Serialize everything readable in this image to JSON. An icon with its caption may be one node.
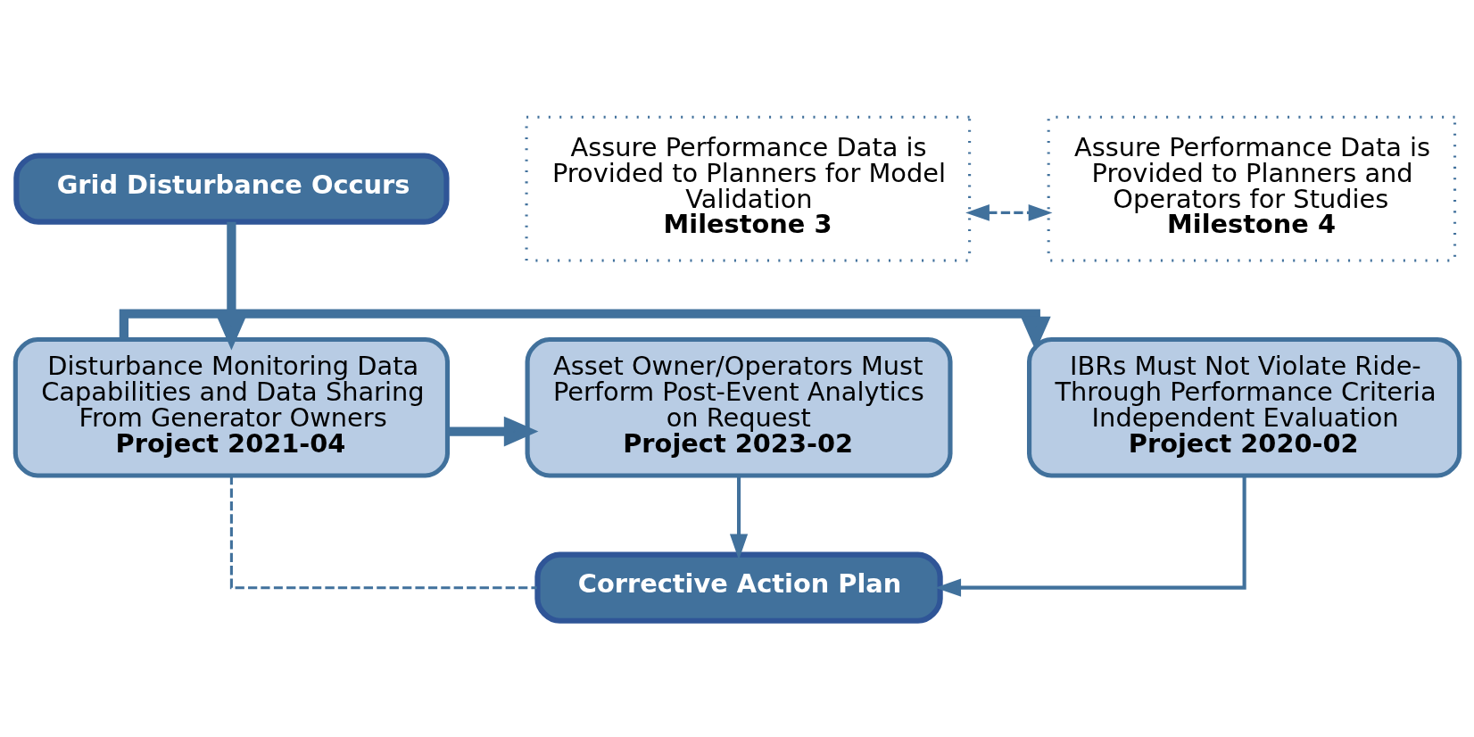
{
  "diagram": {
    "nodes": [
      {
        "text": [
          "Grid Disturbance Occurs"
        ]
      },
      {
        "text": [
          "IBRs Must Not Violate Ride-Through Performance Criteria Independent Evaluation",
          "Project 2020-02"
        ]
      },
      {
        "text": [
          "Disturbance Monitoring Data Capabilities and Data Sharing From Generator Owners",
          "Project 2021-04"
        ]
      },
      {
        "text": [
          "Asset Owner/Operators Must Perform Post-Event Analytics on Request",
          "Project 2023-02"
        ]
      },
      {
        "text": [
          "Assure Performance Data is Provided to Planners for Model Validation",
          "Milestone 3"
        ]
      },
      {
        "text": [
          "Assure Performance Data is Provided to Planners and Operators for Studies",
          "Milestone 4"
        ]
      },
      {
        "text": [
          "Corrective Action Plan"
        ]
      }
    ],
    "edges": [
      {
        "from": 0,
        "to": 2,
        "arrow": "to",
        "style": "thick"
      },
      {
        "from": 2,
        "to": 1,
        "arrow": "to",
        "style": "thick"
      },
      {
        "from": 2,
        "to": 3,
        "arrow": "to",
        "style": "thick"
      },
      {
        "from": 1,
        "to": 6,
        "arrow": "to"
      },
      {
        "from": 2,
        "to": 6,
        "arrow": "none",
        "style": "dashed"
      },
      {
        "from": 4,
        "to": 5,
        "arrow": "both",
        "style": "dashed"
      },
      {
        "from": 3,
        "to": 6,
        "arrow": "to"
      }
    ]
  }
}
